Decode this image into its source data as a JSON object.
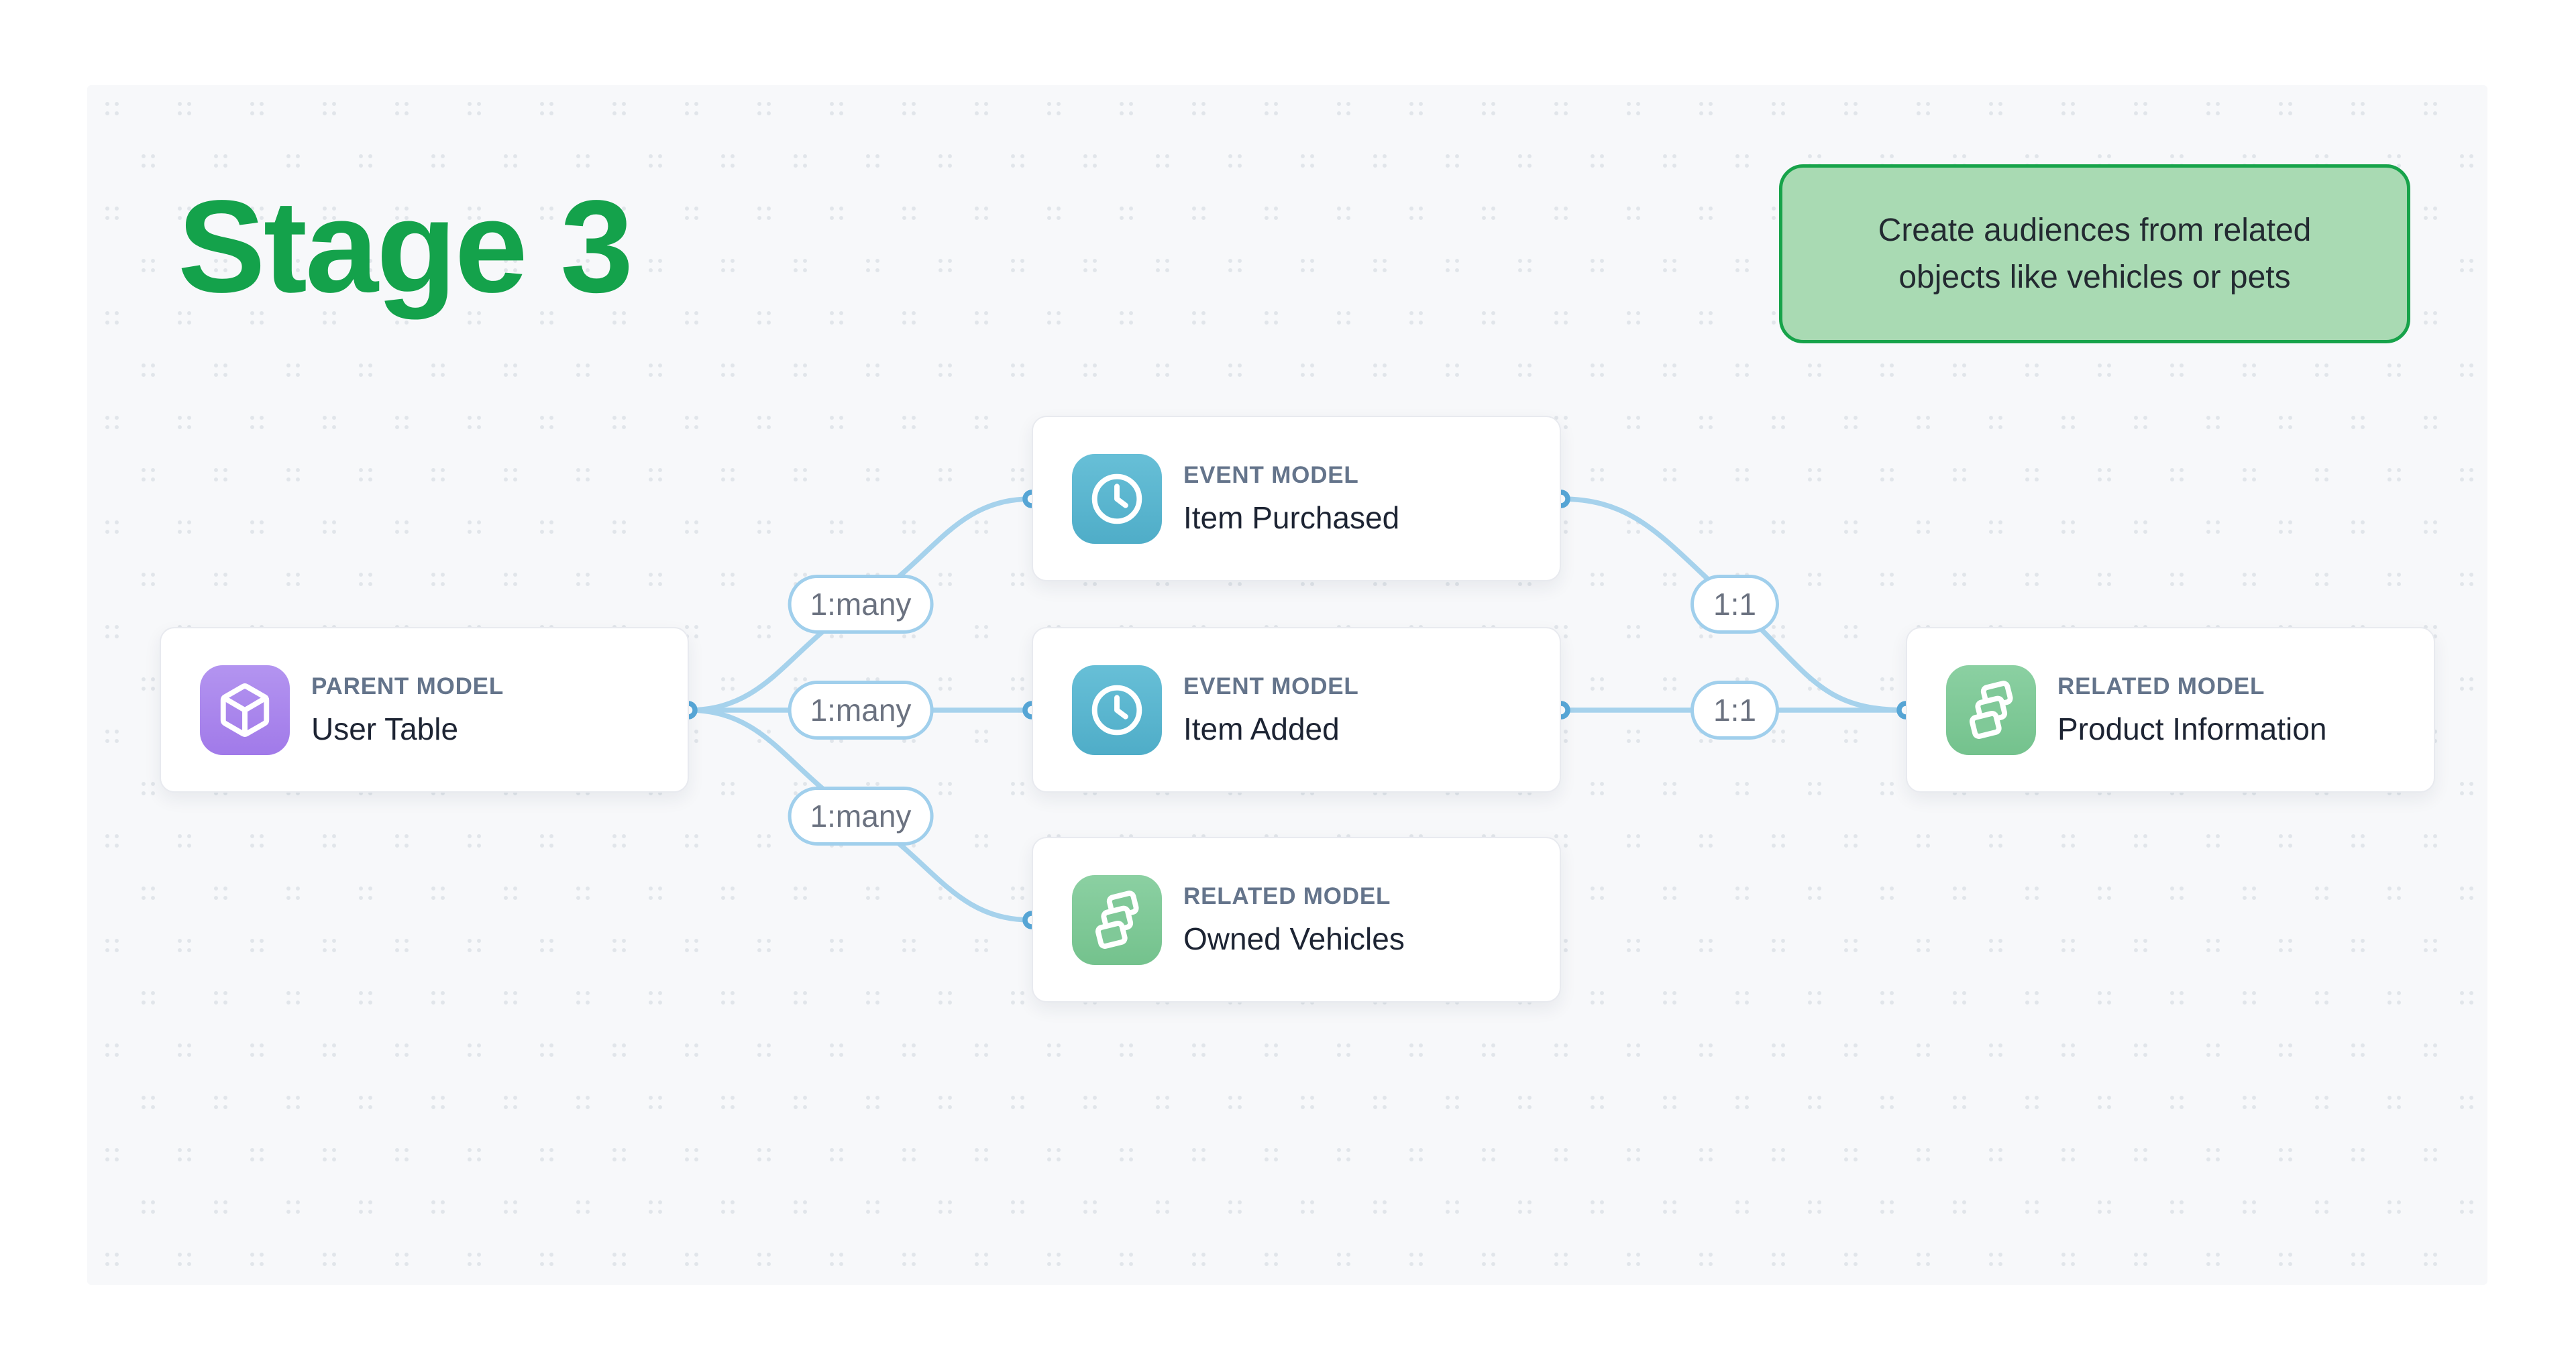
{
  "stage_title": {
    "text": "Stage 3",
    "color": "#14a24b"
  },
  "callout": {
    "text": "Create audiences from related objects like vehicles or pets",
    "background": "#a9dab3",
    "border_color": "#17a34a",
    "text_color": "#232a31"
  },
  "nodes": [
    {
      "id": "user-table",
      "type_label": "PARENT MODEL",
      "title": "User Table",
      "icon": "cube-icon",
      "icon_color": "#aa87ec"
    },
    {
      "id": "item-purchased",
      "type_label": "EVENT MODEL",
      "title": "Item Purchased",
      "icon": "clock-icon",
      "icon_color": "#5ab6cf"
    },
    {
      "id": "item-added",
      "type_label": "EVENT MODEL",
      "title": "Item Added",
      "icon": "clock-icon",
      "icon_color": "#5ab6cf"
    },
    {
      "id": "owned-vehicles",
      "type_label": "RELATED MODEL",
      "title": "Owned Vehicles",
      "icon": "stack-icon",
      "icon_color": "#80c998"
    },
    {
      "id": "product-information",
      "type_label": "RELATED MODEL",
      "title": "Product Information",
      "icon": "stack-icon",
      "icon_color": "#80c998"
    }
  ],
  "edges": [
    {
      "from": "user-table",
      "to": "item-purchased",
      "label": "1:many"
    },
    {
      "from": "user-table",
      "to": "item-added",
      "label": "1:many"
    },
    {
      "from": "user-table",
      "to": "owned-vehicles",
      "label": "1:many"
    },
    {
      "from": "item-purchased",
      "to": "product-information",
      "label": "1:1"
    },
    {
      "from": "item-added",
      "to": "product-information",
      "label": "1:1"
    }
  ],
  "palette": {
    "canvas_background": "#f7f8fa",
    "dot_color": "#e1e5ea",
    "edge_line": "#a6d2ec",
    "connector_ring": "#58a8d8",
    "pill_border": "#a0cfec",
    "pill_text": "#6b7280",
    "card_type_label": "#64748b",
    "card_title": "#1d2433"
  }
}
